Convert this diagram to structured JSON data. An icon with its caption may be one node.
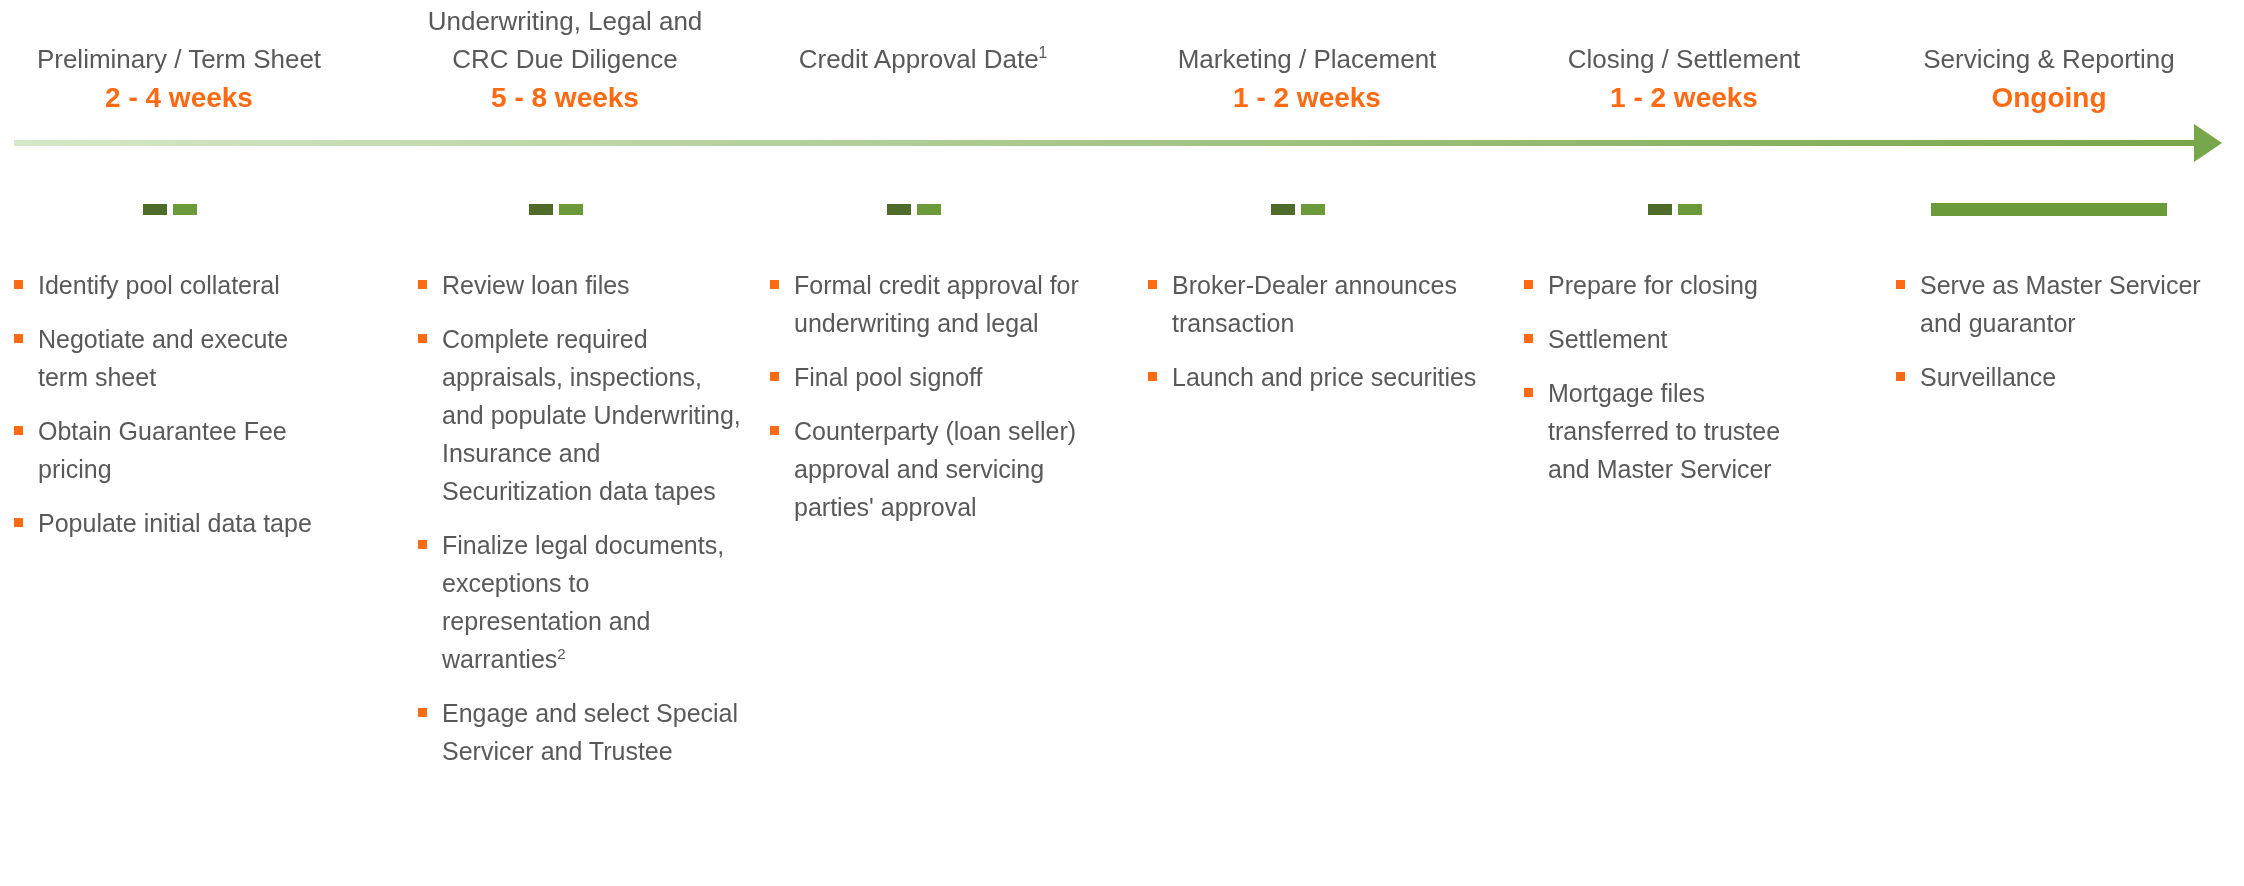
{
  "diagram": {
    "nodes": [
      {
        "text": [
          "Preliminary / Term Sheet",
          "2 - 4 weeks"
        ],
        "beside": [
          "Identify pool collateral",
          "Negotiate and execute term sheet",
          "Obtain Guarantee Fee pricing",
          "Populate initial data tape"
        ]
      },
      {
        "text": [
          "Underwriting, Legal and CRC Due Diligence",
          "5 - 8 weeks"
        ],
        "beside": [
          "Review loan files",
          "Complete required appraisals, inspections, and populate Underwriting, Insurance and Securitization data tapes",
          "Finalize legal documents, exceptions to representation and warranties$^{2}$",
          "Engage and select Special Servicer and Trustee"
        ]
      },
      {
        "text": [
          "Credit Approval Date$^{1}$"
        ],
        "beside": [
          "Formal credit approval for underwriting and legal",
          "Final pool signoff",
          "Counterparty (loan seller) approval and servicing parties' approval"
        ]
      },
      {
        "text": [
          "Marketing / Placement",
          "1 - 2 weeks"
        ],
        "beside": [
          "Broker-Dealer announces transaction",
          "Launch and price securities"
        ]
      },
      {
        "text": [
          "Closing / Settlement",
          "1 - 2 weeks"
        ],
        "beside": [
          "Prepare for closing",
          "Settlement",
          "Mortgage files transferred to trustee and Master Servicer"
        ]
      },
      {
        "text": [
          "Servicing & Reporting",
          "Ongoing"
        ],
        "beside": [
          "Serve as Master Servicer and guarantor",
          "Surveillance"
        ]
      }
    ]
  }
}
